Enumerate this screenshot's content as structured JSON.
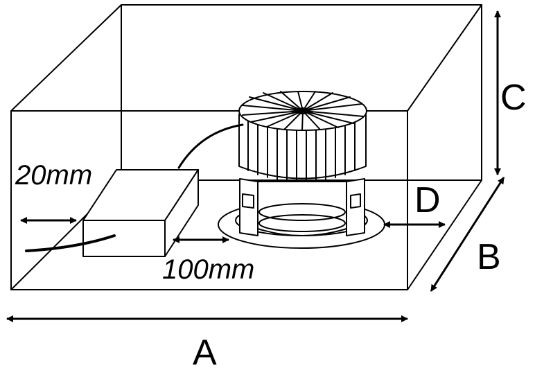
{
  "labels": {
    "length": "A",
    "width": "B",
    "height": "C",
    "clearance_side": "D",
    "clearance_driver_wall": "20mm",
    "clearance_driver_light": "100mm"
  }
}
